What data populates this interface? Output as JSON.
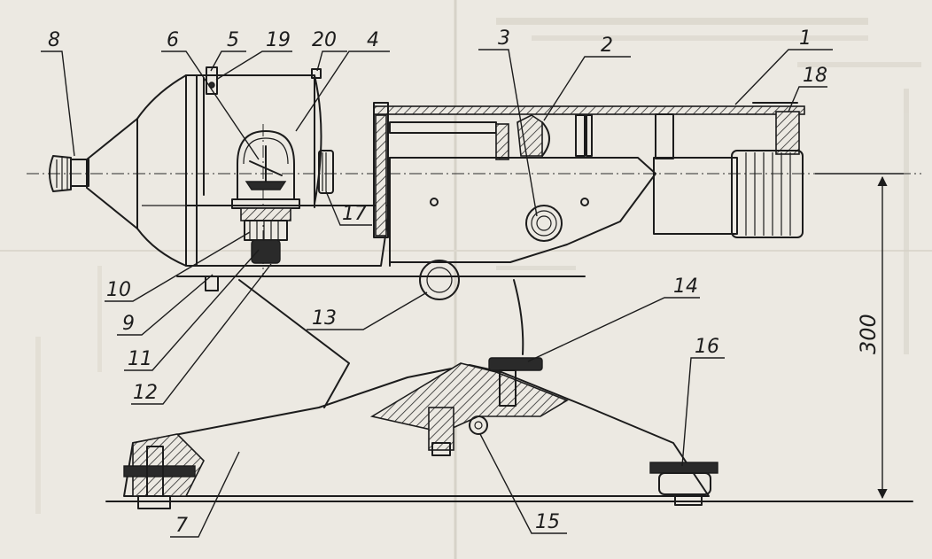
{
  "labels": {
    "l1": "1",
    "l2": "2",
    "l3": "3",
    "l4": "4",
    "l5": "5",
    "l6": "6",
    "l7": "7",
    "l8": "8",
    "l9": "9",
    "l10": "10",
    "l11": "11",
    "l12": "12",
    "l13": "13",
    "l14": "14",
    "l15": "15",
    "l16": "16",
    "l17": "17",
    "l18": "18",
    "l19": "19",
    "l20": "20"
  },
  "dimension": {
    "height": "300"
  },
  "colors": {
    "paper": "#ece9e2",
    "ink": "#1c1c1c"
  }
}
